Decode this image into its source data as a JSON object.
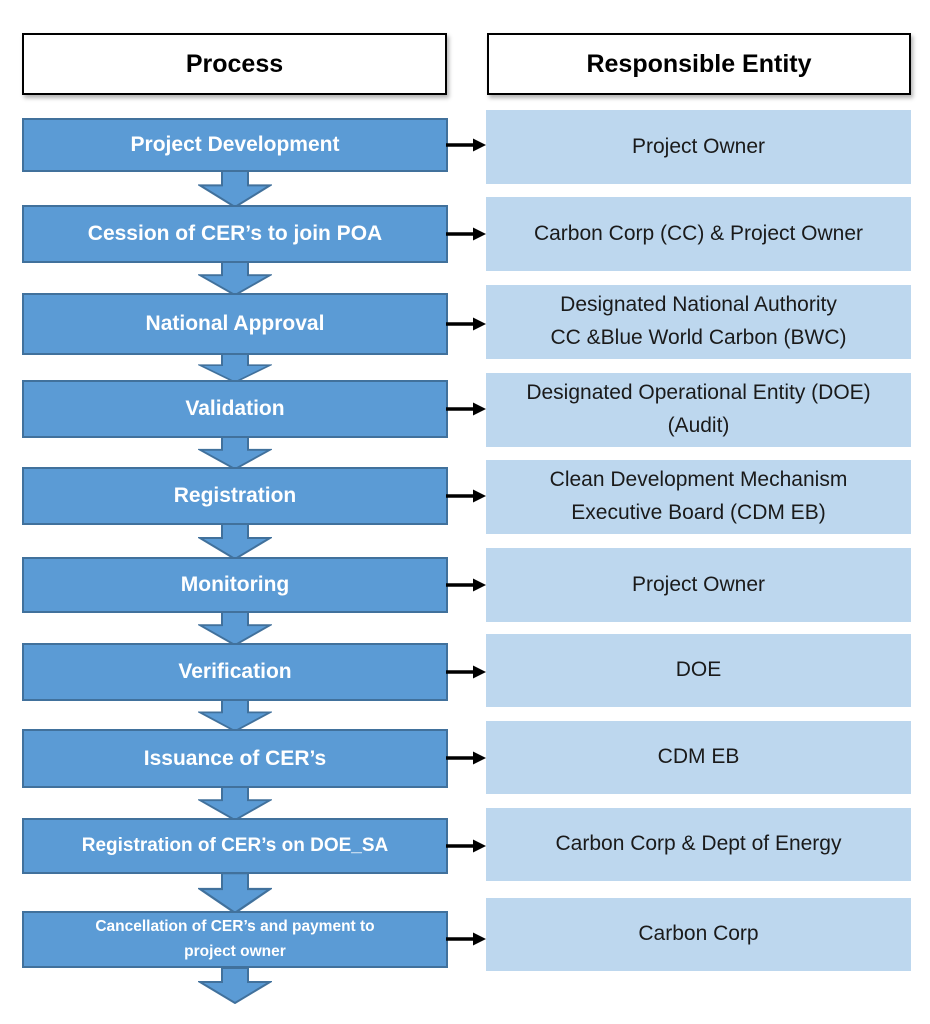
{
  "diagram": {
    "title": "CDM process and responsible entities flowchart",
    "headers": {
      "process": "Process",
      "entity": "Responsible Entity"
    },
    "colors": {
      "process_fill": "#5b9bd5",
      "process_border": "#41719c",
      "entity_fill": "#bdd7ee",
      "arrow_black": "#000000"
    },
    "steps": [
      {
        "process": [
          "Project Development"
        ],
        "entity": [
          "Project Owner"
        ]
      },
      {
        "process": [
          "Cession of CER’s to join POA"
        ],
        "entity": [
          "Carbon Corp (CC) & Project Owner"
        ]
      },
      {
        "process": [
          "National Approval"
        ],
        "entity": [
          "Designated National Authority",
          "CC &Blue World Carbon (BWC)"
        ]
      },
      {
        "process": [
          "Validation"
        ],
        "entity": [
          "Designated Operational Entity (DOE)",
          "(Audit)"
        ]
      },
      {
        "process": [
          "Registration"
        ],
        "entity": [
          "Clean Development Mechanism",
          "Executive Board (CDM EB)"
        ]
      },
      {
        "process": [
          "Monitoring"
        ],
        "entity": [
          "Project Owner"
        ]
      },
      {
        "process": [
          "Verification"
        ],
        "entity": [
          "DOE"
        ]
      },
      {
        "process": [
          "Issuance of CER’s"
        ],
        "entity": [
          "CDM EB"
        ]
      },
      {
        "process": [
          "Registration of CER’s on DOE_SA"
        ],
        "entity": [
          "Carbon Corp & Dept of Energy"
        ]
      },
      {
        "process": [
          "Cancellation of CER’s and payment to",
          "project owner"
        ],
        "entity": [
          "Carbon Corp"
        ]
      }
    ]
  }
}
